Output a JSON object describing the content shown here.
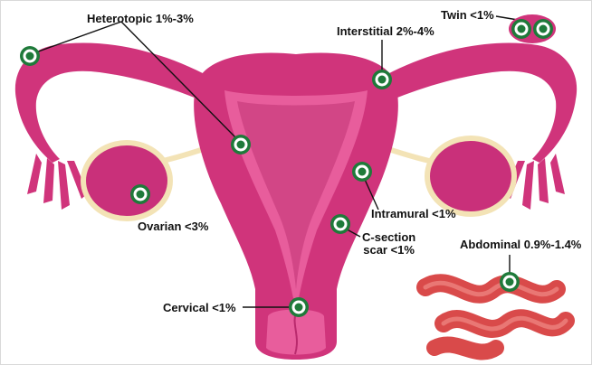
{
  "labels": {
    "heterotopic": "Heterotopic 1%-3%",
    "interstitial": "Interstitial 2%-4%",
    "twin": "Twin <1%",
    "ovarian": "Ovarian <3%",
    "intramural": "Intramural <1%",
    "csection_line1": "C-section",
    "csection_line2": "scar <1%",
    "abdominal": "Abdominal 0.9%-1.4%",
    "cervical": "Cervical <1%"
  },
  "colors": {
    "uterus": "#d0347b",
    "uterus_light": "#e85d9c",
    "endometrium": "#b92a6d",
    "ovary_fill": "#c9307a",
    "ovary_outline": "#f3e3b6",
    "intestine": "#d94a4a",
    "intestine_highlight": "#f08a86",
    "site_ring": "#ffffff",
    "site_marker": "#1f7a3a",
    "leader_line": "#111111",
    "text": "#111111"
  }
}
